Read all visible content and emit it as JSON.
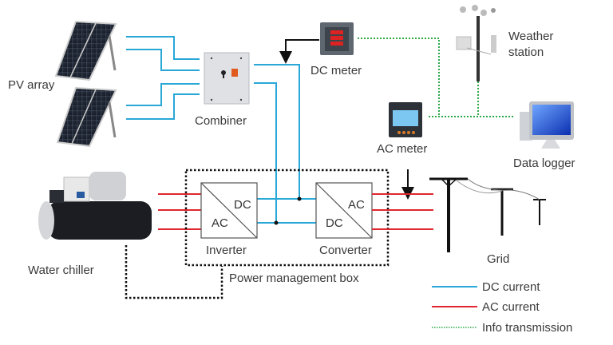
{
  "colors": {
    "dc": "#29a8d8",
    "ac": "#e0262f",
    "info": "#2ea84a",
    "dotted_control": "#111111"
  },
  "components": {
    "pv_array": "PV array",
    "combiner": "Combiner",
    "dc_meter": "DC meter",
    "weather_station": "Weather station",
    "ac_meter": "AC meter",
    "data_logger": "Data logger",
    "water_chiller": "Water chiller",
    "grid": "Grid",
    "power_management_box": "Power management box"
  },
  "inverter": {
    "label": "Inverter",
    "top": "DC",
    "bottom": "AC"
  },
  "converter": {
    "label": "Converter",
    "top": "AC",
    "bottom": "DC"
  },
  "legend": [
    {
      "label": "DC current",
      "style": "solid",
      "color": "#29a8d8"
    },
    {
      "label": "AC current",
      "style": "solid",
      "color": "#e0262f"
    },
    {
      "label": "Info transmission",
      "style": "dotted",
      "color": "#2ea84a"
    }
  ],
  "icons": [
    "solar-panel-icon",
    "combiner-box-icon",
    "dc-meter-icon",
    "weather-station-icon",
    "ac-meter-icon",
    "computer-icon",
    "water-chiller-icon",
    "power-pole-icon"
  ]
}
